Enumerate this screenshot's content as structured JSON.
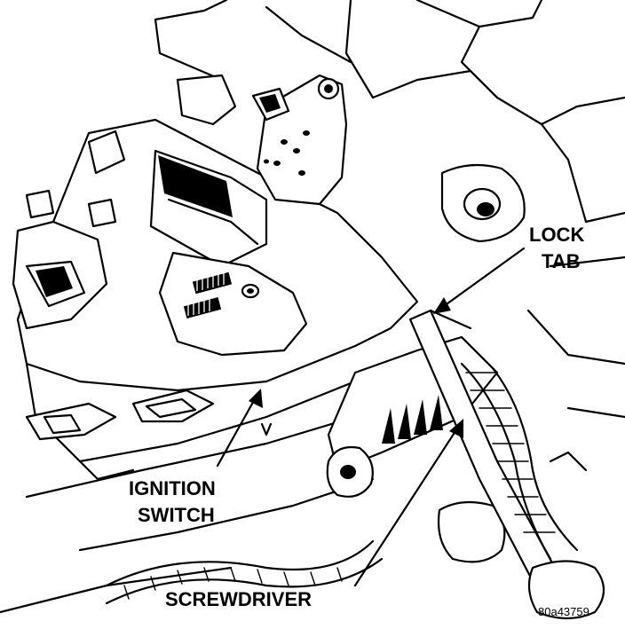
{
  "labels": {
    "lock_tab_line1": "LOCK",
    "lock_tab_line2": "TAB",
    "ignition_line1": "IGNITION",
    "ignition_line2": "SWITCH",
    "screwdriver": "SCREWDRIVER",
    "figure_code": "80a43759"
  },
  "colors": {
    "ink": "#000000",
    "paper": "#ffffff"
  }
}
